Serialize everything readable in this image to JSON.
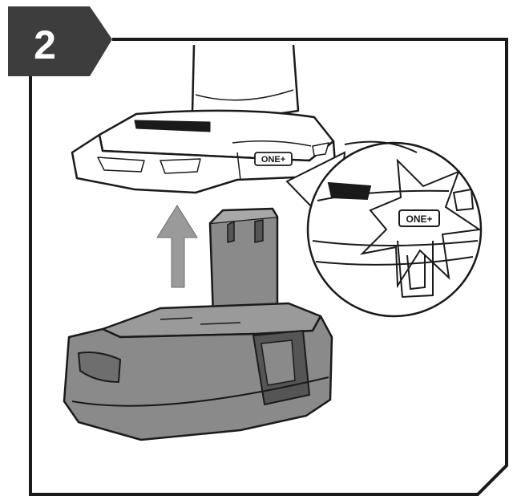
{
  "step": {
    "number": "2"
  },
  "brand": {
    "tool_label": "ONE+",
    "zoom_label": "ONE+"
  },
  "colors": {
    "badge": "#3d3d3d",
    "badge_text": "#ffffff",
    "line": "#1a1a1a",
    "battery_fill": "#8a8a8a",
    "battery_dark": "#555555",
    "arrow_fill": "#9a9a9a",
    "tool_fill": "#ffffff"
  },
  "icons": {
    "up_arrow": "up-arrow-icon",
    "click_burst": "click-burst-icon"
  }
}
